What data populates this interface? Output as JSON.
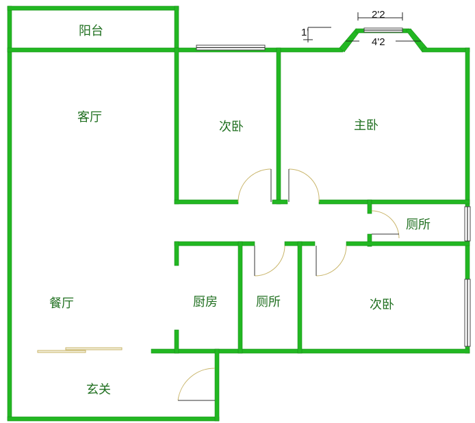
{
  "rooms": [
    {
      "id": "balcony",
      "label": "阳台"
    },
    {
      "id": "living",
      "label": "客厅"
    },
    {
      "id": "bedroom2",
      "label": "次卧"
    },
    {
      "id": "master",
      "label": "主卧"
    },
    {
      "id": "bath1",
      "label": "厕所"
    },
    {
      "id": "kitchen",
      "label": "厨房"
    },
    {
      "id": "bath2",
      "label": "厕所"
    },
    {
      "id": "bedroom3",
      "label": "次卧"
    },
    {
      "id": "dining",
      "label": "餐厅"
    },
    {
      "id": "entry",
      "label": "玄关"
    }
  ],
  "dimensions": {
    "bay_inner": "2'2",
    "bay_outer": "4'2",
    "elevation_mark": "1'"
  },
  "colors": {
    "wall": "#22b722",
    "label": "#1f6f1f",
    "door_arc": "#c9b56a"
  }
}
